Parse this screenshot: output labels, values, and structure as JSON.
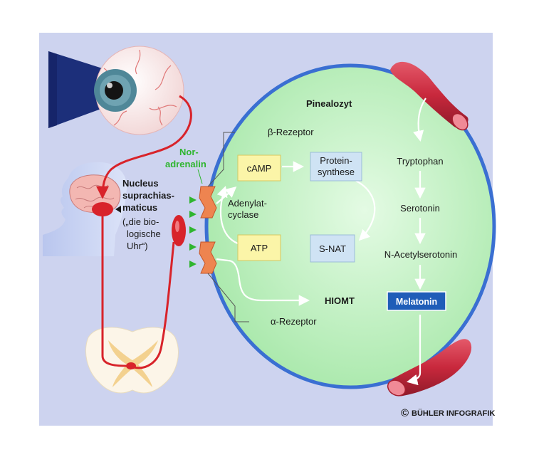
{
  "labels": {
    "cell": "Pinealozyt",
    "beta_receptor": "β-Rezeptor",
    "alpha_receptor": "α-Rezeptor",
    "noradrenalin_1": "Nor-",
    "noradrenalin_2": "adrenalin",
    "nucleus_1": "Nucleus",
    "nucleus_2": "suprachias-",
    "nucleus_3": "maticus",
    "nucleus_4": "(„die bio-",
    "nucleus_5": "logische",
    "nucleus_6": "Uhr“)",
    "adenylat_1": "Adenylat-",
    "adenylat_2": "cyclase",
    "camp": "cAMP",
    "atp": "ATP",
    "protein_1": "Protein-",
    "protein_2": "synthese",
    "snat": "S-NAT",
    "hiomt": "HIOMT",
    "tryptophan": "Tryptophan",
    "serotonin": "Serotonin",
    "acetylserotonin": "N-Acetylserotonin",
    "melatonin": "Melatonin",
    "copyright_symbol": "©",
    "copyright": "BÜHLER INFOGRAFIK"
  },
  "colors": {
    "panel": "#cdd3ef",
    "cell_fill": "#bff0c0",
    "cell_border": "#3a6fd2",
    "nerve": "#d8232a",
    "vessel": "#c8283c",
    "yellow_box": "#fbf5a8",
    "blue_box": "#cfe3f4",
    "melatonin_box": "#1f5db8",
    "noradrenalin": "#2fb52f",
    "receptor": "#ee8450"
  },
  "icons": [
    "eye-icon",
    "moon-icon",
    "head-icon",
    "spinal-cord-icon",
    "ganglion-icon",
    "blood-vessel-icon"
  ]
}
